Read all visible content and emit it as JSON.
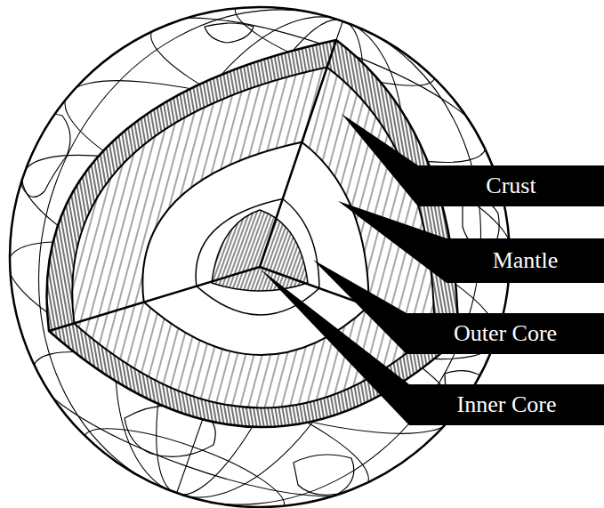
{
  "diagram": {
    "nodes": [
      {
        "text": [
          "Crust"
        ]
      },
      {
        "text": [
          "Mantle"
        ]
      },
      {
        "text": [
          "Outer Core"
        ]
      },
      {
        "text": [
          "Inner Core"
        ]
      }
    ]
  }
}
